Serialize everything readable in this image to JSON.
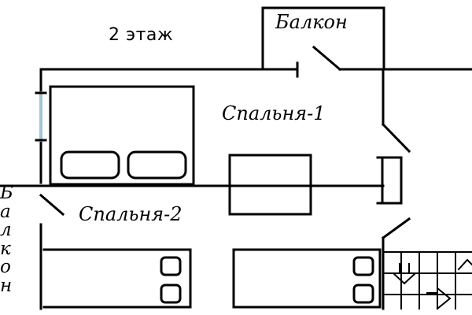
{
  "floor_label": "2 этаж",
  "rooms": {
    "balcony_top": "Балкон",
    "bedroom_1": "Спальня-1",
    "bedroom_2": "Спальня-2"
  },
  "side_label_letters": [
    "Б",
    "а",
    "л",
    "к",
    "о",
    "н"
  ],
  "colors": {
    "line": "#000000",
    "window": "#9fc6d8",
    "background": "#ffffff"
  }
}
